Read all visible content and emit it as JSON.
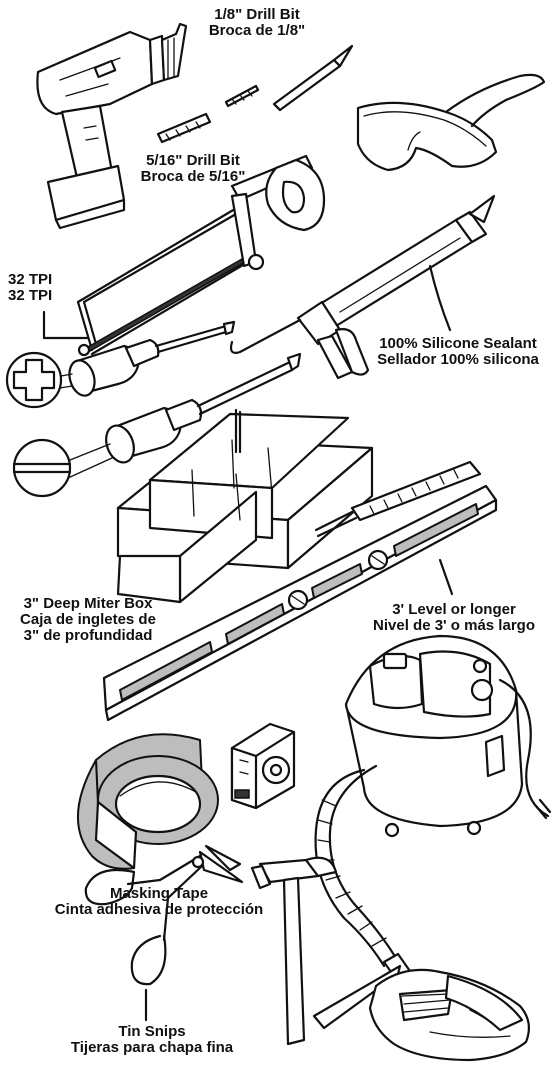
{
  "labels": {
    "drill_bit_small_en": "1/8\" Drill Bit",
    "drill_bit_small_es": "Broca de 1/8\"",
    "drill_bit_large_en": "5/16\" Drill Bit",
    "drill_bit_large_es": "Broca de 5/16\"",
    "hacksaw_en": "32 TPI",
    "hacksaw_es": "32 TPI",
    "sealant_en": "100% Silicone Sealant",
    "sealant_es": "Sellador 100% silicona",
    "miter_box_en": "3\" Deep Miter Box",
    "miter_box_es_1": "Caja de ingletes de",
    "miter_box_es_2": "3\" de profundidad",
    "level_en": "3' Level or longer",
    "level_es": "Nivel de 3' o más largo",
    "tape_en": "Masking Tape",
    "tape_es": "Cinta adhesiva de protección",
    "snips_en": "Tin Snips",
    "snips_es": "Tijeras para chapa fina"
  },
  "level_vial_mark": "Ø"
}
